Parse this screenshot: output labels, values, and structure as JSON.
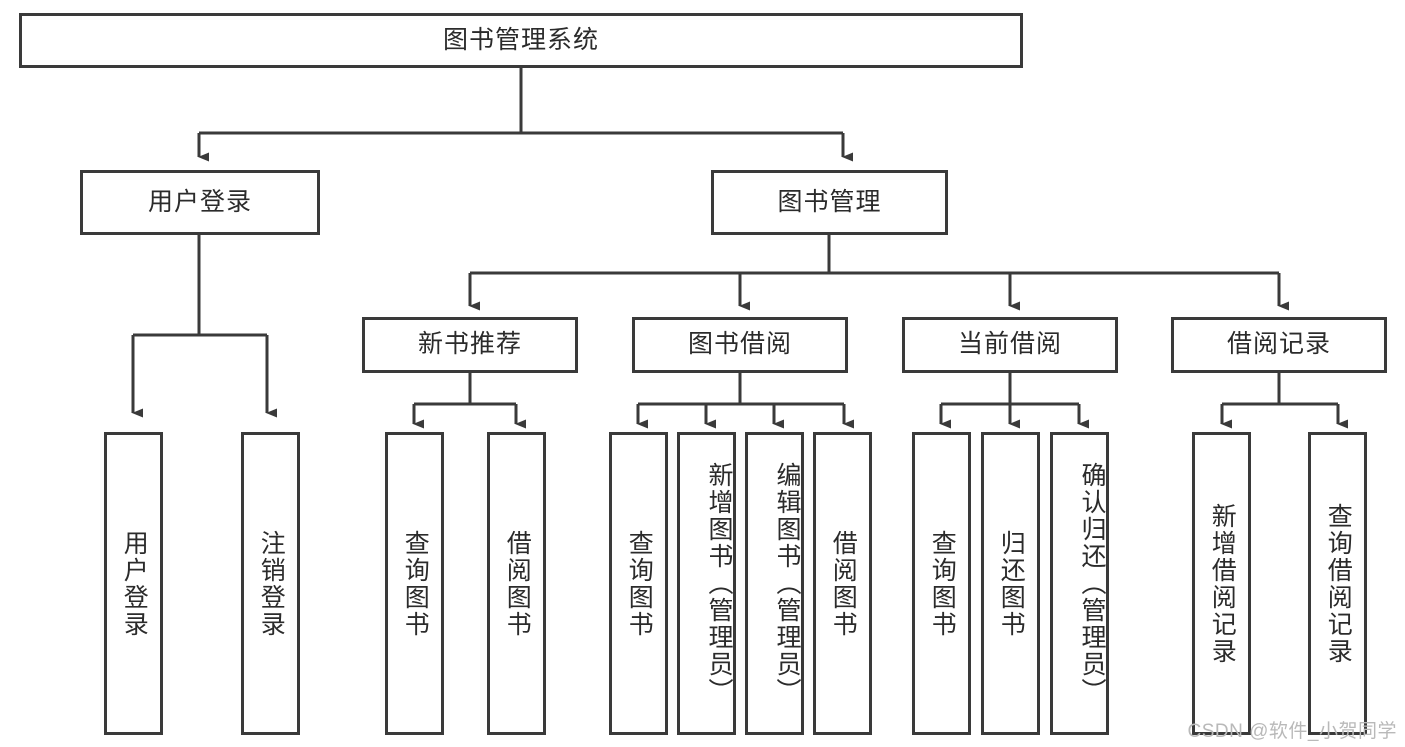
{
  "diagram": {
    "title": "图书管理系统",
    "stroke_color": "#3a3a3a",
    "text_color": "#2b2b2b",
    "background_color": "#ffffff"
  },
  "nodes": {
    "root": {
      "label": "图书管理系统"
    },
    "level2": [
      {
        "label": "用户登录"
      },
      {
        "label": "图书管理"
      }
    ],
    "level3": [
      {
        "label": "新书推荐"
      },
      {
        "label": "图书借阅"
      },
      {
        "label": "当前借阅"
      },
      {
        "label": "借阅记录"
      }
    ],
    "leaves": {
      "user_login": [
        {
          "label": "用户登录"
        },
        {
          "label": "注销登录"
        }
      ],
      "new_book": [
        {
          "label": "查询图书"
        },
        {
          "label": "借阅图书"
        }
      ],
      "book_borrow": [
        {
          "label": "查询图书"
        },
        {
          "label": "新增图书（管理员）"
        },
        {
          "label": "编辑图书（管理员）"
        },
        {
          "label": "借阅图书"
        }
      ],
      "current_borrow": [
        {
          "label": "查询图书"
        },
        {
          "label": "归还图书"
        },
        {
          "label": "确认归还（管理员）"
        }
      ],
      "borrow_record": [
        {
          "label": "新增借阅记录"
        },
        {
          "label": "查询借阅记录"
        }
      ]
    }
  },
  "watermark": {
    "text": "CSDN @软件_小贺同学",
    "color": "#b9b9b9"
  }
}
